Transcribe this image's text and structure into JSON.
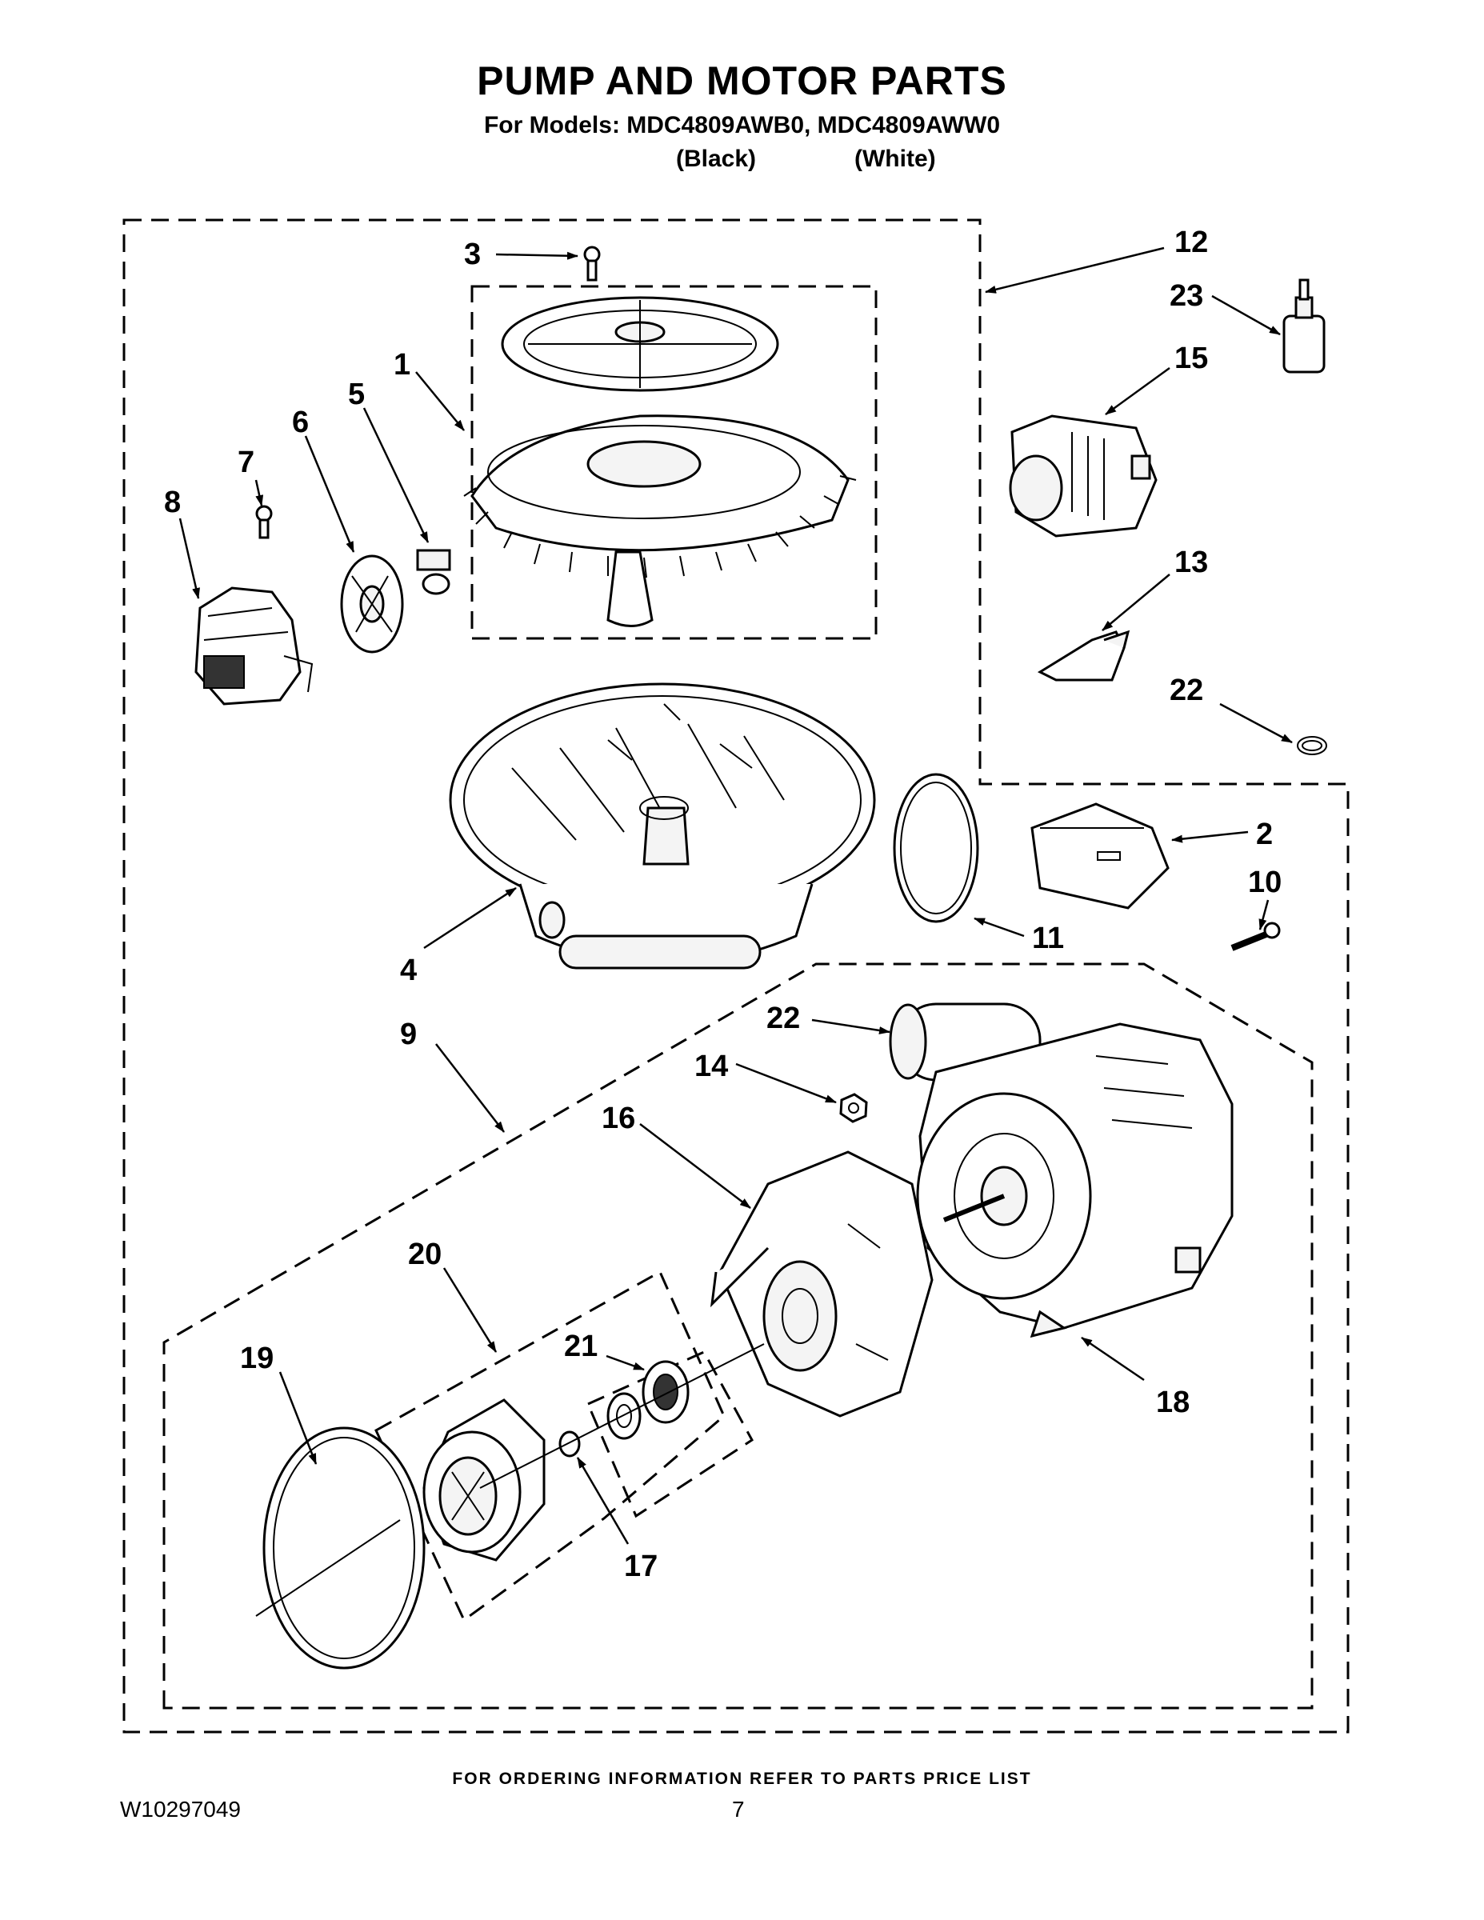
{
  "header": {
    "title": "PUMP AND MOTOR PARTS",
    "subtitle": "For Models: MDC4809AWB0, MDC4809AWW0",
    "color_black": "(Black)",
    "color_white": "(White)"
  },
  "callouts": {
    "c1": "1",
    "c2": "2",
    "c3": "3",
    "c4": "4",
    "c5": "5",
    "c6": "6",
    "c7": "7",
    "c8": "8",
    "c9": "9",
    "c10": "10",
    "c11": "11",
    "c12": "12",
    "c13": "13",
    "c14": "14",
    "c15": "15",
    "c16": "16",
    "c17": "17",
    "c18": "18",
    "c19": "19",
    "c20": "20",
    "c21": "21",
    "c22a": "22",
    "c22b": "22",
    "c23": "23"
  },
  "footer": {
    "note": "FOR ORDERING INFORMATION REFER TO PARTS PRICE LIST",
    "doc_number": "W10297049",
    "page_number": "7"
  }
}
